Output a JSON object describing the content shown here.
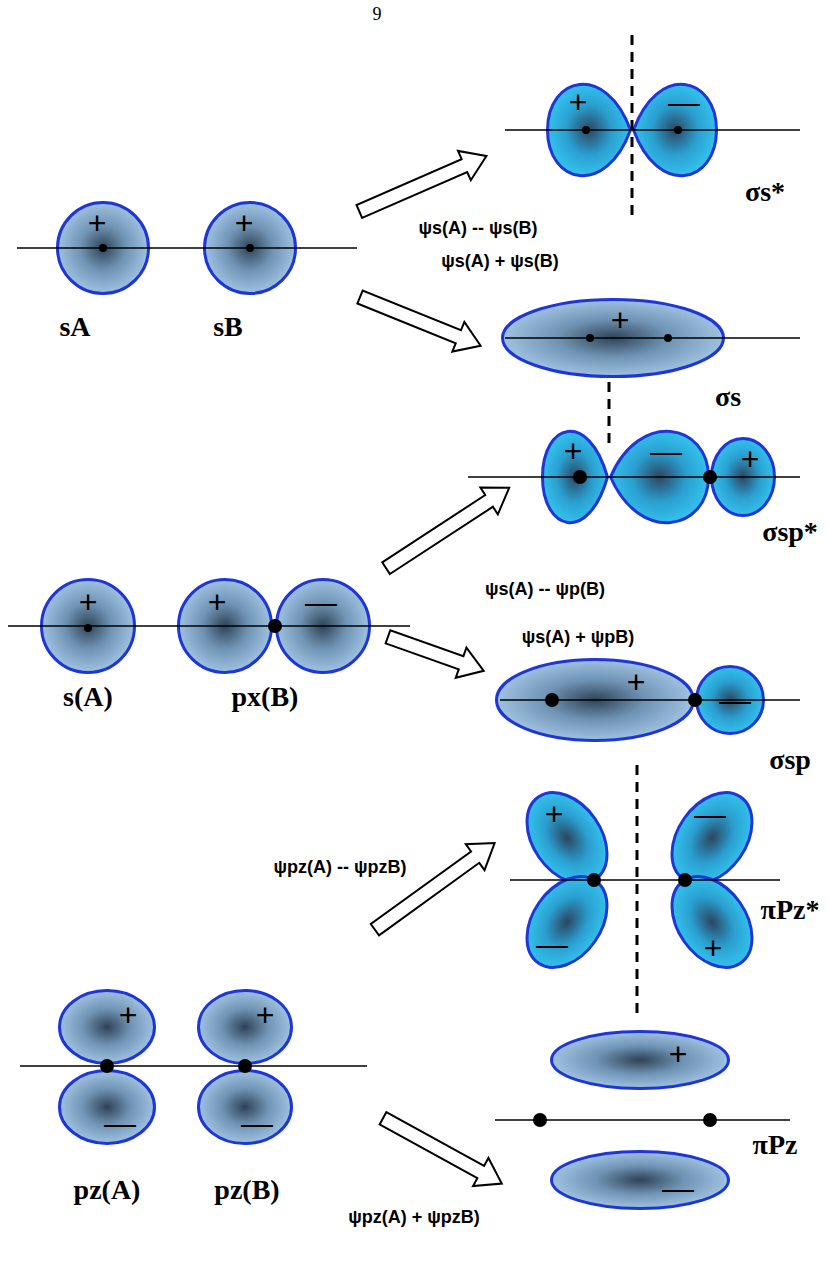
{
  "diagram": {
    "nodes": [
      {
        "text": [
          "+"
        ]
      },
      {
        "text": [
          "—"
        ]
      },
      {
        "text": [
          "+"
        ]
      },
      {
        "text": [
          "+"
        ]
      },
      {
        "text": [
          "+"
        ]
      },
      {
        "text": [
          "+"
        ]
      },
      {
        "text": [
          "—"
        ]
      },
      {
        "text": [
          "+"
        ]
      },
      {
        "text": [
          "+"
        ]
      },
      {
        "text": [
          "+"
        ]
      },
      {
        "text": [
          "—"
        ]
      },
      {
        "text": [
          "+"
        ]
      },
      {
        "text": [
          "—"
        ]
      },
      {
        "text": [
          "+"
        ]
      },
      {
        "text": [
          "—"
        ]
      },
      {
        "text": [
          "—"
        ]
      },
      {
        "text": [
          "+"
        ]
      },
      {
        "text": [
          "+"
        ]
      },
      {
        "text": [
          "+"
        ]
      },
      {
        "text": [
          "—"
        ]
      },
      {
        "text": [
          "—"
        ]
      },
      {
        "text": [
          "+"
        ]
      },
      {
        "text": [
          "—"
        ]
      }
    ],
    "edges": [
      {
        "from": 3,
        "to": 0,
        "arrow": "to",
        "label": "ψs(A) -- ψs(B)"
      },
      {
        "from": 3,
        "to": 4,
        "arrow": "to",
        "label": "ψs(A) + ψs(B)"
      },
      {
        "from": 10,
        "to": 5,
        "arrow": "to",
        "label": "ψs(A) -- ψp(B)"
      },
      {
        "from": 10,
        "to": 11,
        "arrow": "to",
        "label": "ψs(A) + ψpB)"
      },
      {
        "from": 18,
        "to": 13,
        "arrow": "to",
        "label": "ψpz(A) -- ψpzB)"
      },
      {
        "from": 20,
        "to": 22,
        "arrow": "to",
        "label": "ψpz(A) + ψpzB)"
      }
    ],
    "labels": [
      "9",
      "σs*",
      "sA",
      "sB",
      "σs",
      "σsp*",
      "s(A)",
      "px(B)",
      "σsp",
      "πPz*",
      "pz(A)",
      "pz(B)",
      "πPz"
    ]
  }
}
